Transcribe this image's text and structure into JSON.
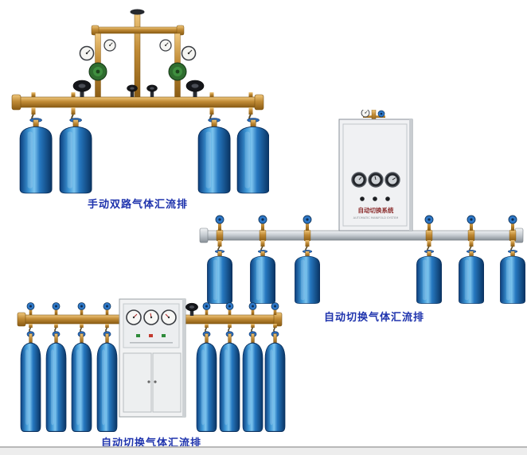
{
  "page": {
    "background_color": "#ffffff"
  },
  "products": [
    {
      "id": "manual-dual-manifold",
      "caption": "手动双路气体汇流排",
      "cylinder_count": 4,
      "regulator_count": 2,
      "gauge_count": 4
    },
    {
      "id": "auto-switch-manifold-right",
      "caption": "自动切换气体汇流排",
      "cylinder_count": 6,
      "cabinet": {
        "title": "自动切换系统",
        "subtitle": "AUTOMATIC MANIFOLD SYSTEM",
        "gauge_count": 3
      }
    },
    {
      "id": "auto-switch-manifold-bottom",
      "caption": "自动切换气体汇流排",
      "cylinder_count": 8,
      "cabinet": {
        "gauge_count": 3
      }
    }
  ],
  "colors": {
    "caption_text": "#1e33ad",
    "cylinder_blue": "#2678c0",
    "brass": "#c08a35",
    "silver_pipe": "#c3c9cf",
    "cabinet_body": "#f0f1f3",
    "regulator_green": "#2f6d2f"
  }
}
